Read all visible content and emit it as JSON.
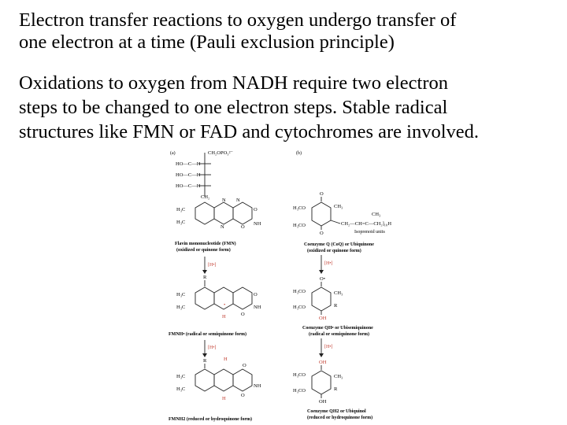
{
  "paragraphs": [
    {
      "lines": [
        "Electron transfer reactions to oxygen undergo transfer of",
        "one electron at a time (Pauli exclusion principle)"
      ]
    },
    {
      "lines": [
        "Oxidations to oxygen from NADH require two electron",
        "steps to be changed to one electron steps.  Stable radical",
        "structures like FMN or FAD and cytochromes are involved."
      ]
    }
  ],
  "figure": {
    "panel_a": "(a)",
    "panel_b": "(b)",
    "fmn_label_1": "Flavin mononucleotide (FMN)",
    "fmn_label_2": "(oxidized or quinone form)",
    "fmnh_label": "FMNH• (radical or semiquinone form)",
    "fmnh2_label": "FMNH2 (reduced or hydroquinone form)",
    "coq_label_1": "Coenzyme Q (CoQ) or Ubiquinone",
    "coq_label_2": "(oxidized or quinone form)",
    "coqh_label_1": "Coenzyme QH• or Ubisemiquinone",
    "coqh_label_2": "(radical or semiquinone form)",
    "coqh2_label_1": "Coenzyme QH2 or Ubiquinol",
    "coqh2_label_2": "(reduced or hydroquinone form)",
    "reagent": "[H•]",
    "isoprenoid": "Isoprenoid units"
  }
}
